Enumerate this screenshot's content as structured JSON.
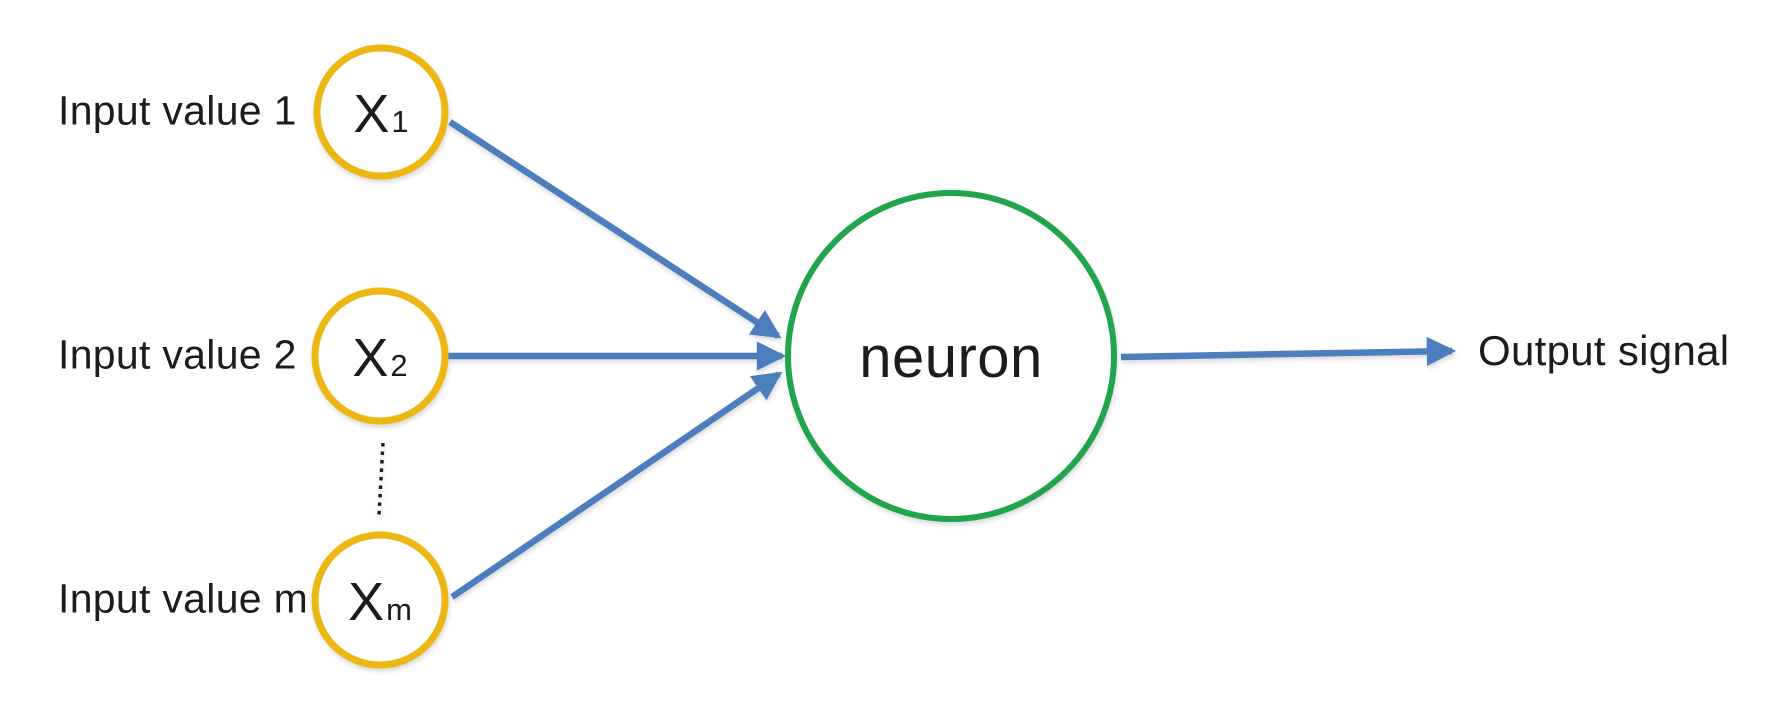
{
  "diagram": {
    "inputs": [
      {
        "label": "Input value 1",
        "symbol": "X",
        "subscript": "1"
      },
      {
        "label": "Input value 2",
        "symbol": "X",
        "subscript": "2"
      },
      {
        "label": "Input value m",
        "symbol": "X",
        "subscript": "m"
      }
    ],
    "neuron_label": "neuron",
    "output_label": "Output signal",
    "colors": {
      "background": "#ffffff",
      "input-stroke": "#ecb713",
      "neuron-stroke": "#21a44c",
      "arrow": "#4c7ebe",
      "dots": "#1c1c1e",
      "text": "#1c1c1e"
    }
  }
}
